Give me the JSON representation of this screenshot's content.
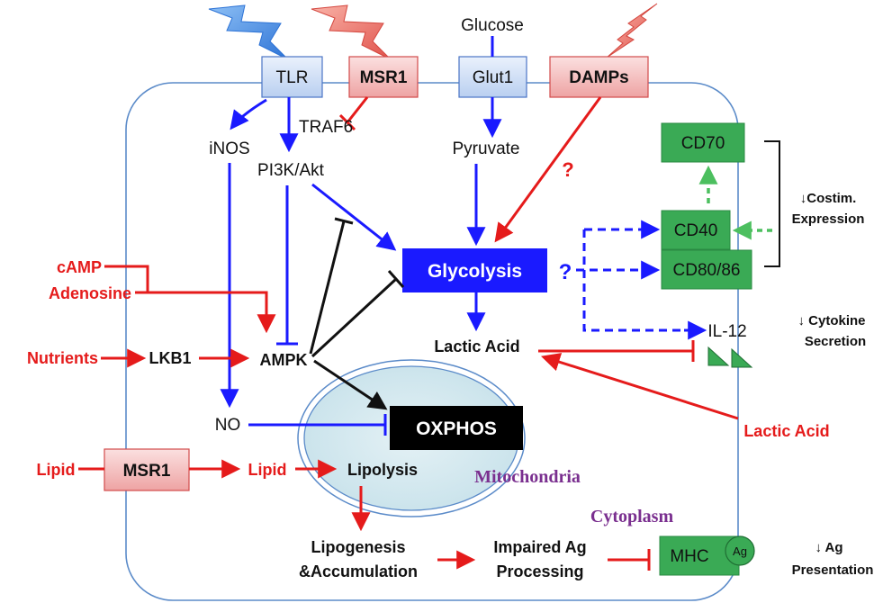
{
  "colors": {
    "blue": "#1a1aff",
    "red": "#e51b1b",
    "green": "#3aaa55",
    "green_dash": "#4cbf5f",
    "black": "#111111",
    "purple": "#7a2f8f",
    "cell_border": "#5b8bc9",
    "mito_fill": "#d6eaf0",
    "box_blue_fill": "#d4e2f7",
    "box_red_fill": "#f4c0c0"
  },
  "receptors": {
    "tlr": "TLR",
    "msr1": "MSR1",
    "glut1": "Glut1",
    "damps": "DAMPs"
  },
  "nodes": {
    "glucose": "Glucose",
    "traf6": "TRAF6",
    "inos": "iNOS",
    "pi3k_akt": "PI3K/Akt",
    "pyruvate": "Pyruvate",
    "question_mark": "?",
    "glycolysis": "Glycolysis",
    "glycolysis_question": "?",
    "lactic_acid_inner": "Lactic Acid",
    "camp": "cAMP",
    "adenosine": "Adenosine",
    "nutrients": "Nutrients",
    "lkb1": "LKB1",
    "ampk": "AMPK",
    "no": "NO",
    "oxphos": "OXPHOS",
    "lactic_acid_outer": "Lactic Acid",
    "lipid_left": "Lipid",
    "msr1_lower": "MSR1",
    "lipid_inner": "Lipid",
    "lipolysis": "Lipolysis",
    "mitochondria": "Mitochondria",
    "cytoplasm": "Cytoplasm",
    "lipogenesis": "Lipogenesis",
    "accumulation": "&Accumulation",
    "impaired_ag": "Impaired Ag",
    "processing": "Processing",
    "il12": "IL-12"
  },
  "surface": {
    "cd70": "CD70",
    "cd40": "CD40",
    "cd80_86": "CD80/86",
    "mhc": "MHC",
    "ag": "Ag"
  },
  "outcomes": {
    "costim_line1": "↓Costim.",
    "costim_line2": "Expression",
    "cytokine_line1": "↓ Cytokine",
    "cytokine_line2": "Secretion",
    "ag_line1": "↓ Ag",
    "ag_line2": "Presentation"
  }
}
